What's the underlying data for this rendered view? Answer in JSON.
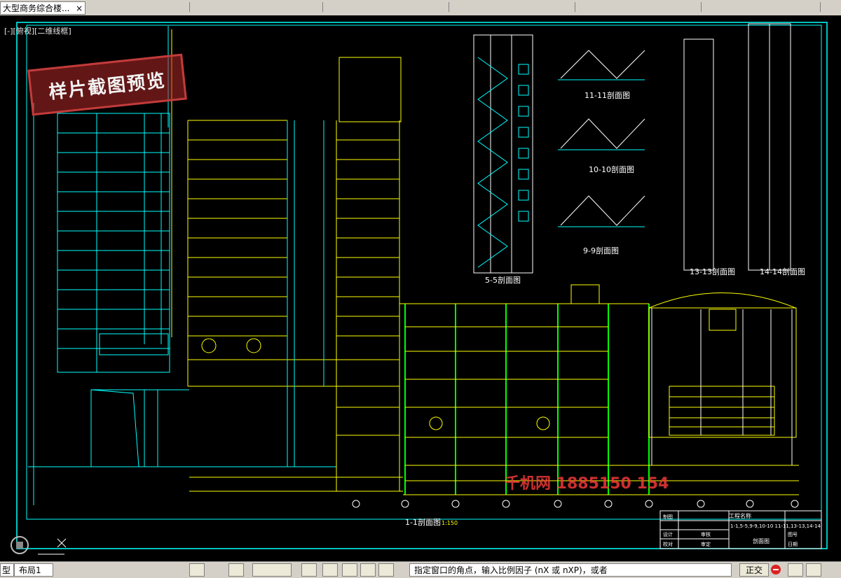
{
  "window": {
    "doc_tab_title": "大型商务综合楼...",
    "doc_tab_close": "×",
    "viewport_label": "[-][俯视][二维线框]"
  },
  "watermark": {
    "text": "样片截图预览"
  },
  "drawing": {
    "section_main": "1-1剖面图",
    "section_main_scale": "1:150",
    "section_55": "5-5剖面图",
    "section_1111": "11-11剖面图",
    "section_1010": "10-10剖面图",
    "section_99": "9-9剖面图",
    "section_1313": "13-13剖面图",
    "section_1414": "14-14剖面图",
    "scale_small": "1:150",
    "brand_watermark": "千机网 1885150 154",
    "titleblock": {
      "project": "工程名称",
      "drawing_list": "1-1,5-5,9-9,10-10 11-11,13-13,14-14",
      "drawing_name": "剖面图",
      "row1": "制图",
      "row2": "设计",
      "row3": "校对",
      "row4": "审核",
      "row5": "审定",
      "row6": "图号",
      "row7": "日期"
    }
  },
  "statusbar": {
    "tab_model": "型",
    "tab_layout1": "布局1",
    "command_text": "指定窗口的角点，输入比例因子 (nX 或 nXP)，或者",
    "ortho": "正交"
  },
  "colors": {
    "canvas": "#000000",
    "cyan": "#00ffff",
    "yellow": "#ffff00",
    "green": "#00ff00",
    "white": "#ffffff",
    "red": "#ff3b3b"
  }
}
